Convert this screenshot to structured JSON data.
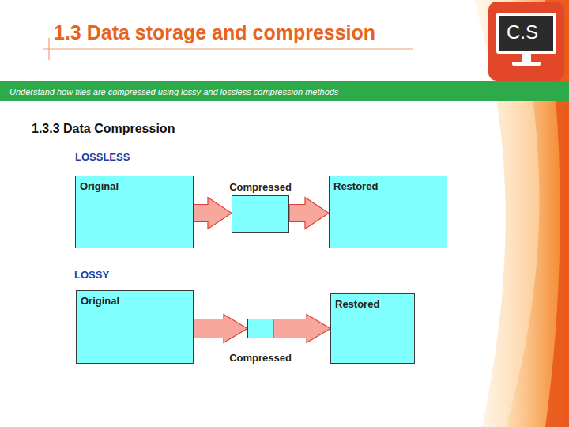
{
  "diagram": {
    "title": "1.3 Data storage and compression",
    "nodes": [
      {
        "text": [
          "Original"
        ]
      },
      {
        "text": [
          "Compressed"
        ]
      },
      {
        "text": [
          "Restored"
        ]
      },
      {
        "text": [
          "Original"
        ]
      },
      {
        "text": [
          "Compressed"
        ]
      },
      {
        "text": [
          "Restored"
        ]
      }
    ],
    "edges": [
      {
        "from": 0,
        "to": 1,
        "arrow": "to"
      },
      {
        "from": 1,
        "to": 2,
        "arrow": "to"
      },
      {
        "from": 3,
        "to": 4,
        "arrow": "to"
      },
      {
        "from": 4,
        "to": 5,
        "arrow": "to"
      }
    ],
    "labels": [
      "Understand how files are compressed using lossy and lossless compression methods",
      "1.3.3 Data Compression",
      "LOSSLESS",
      "LOSSY",
      "C.S"
    ]
  }
}
